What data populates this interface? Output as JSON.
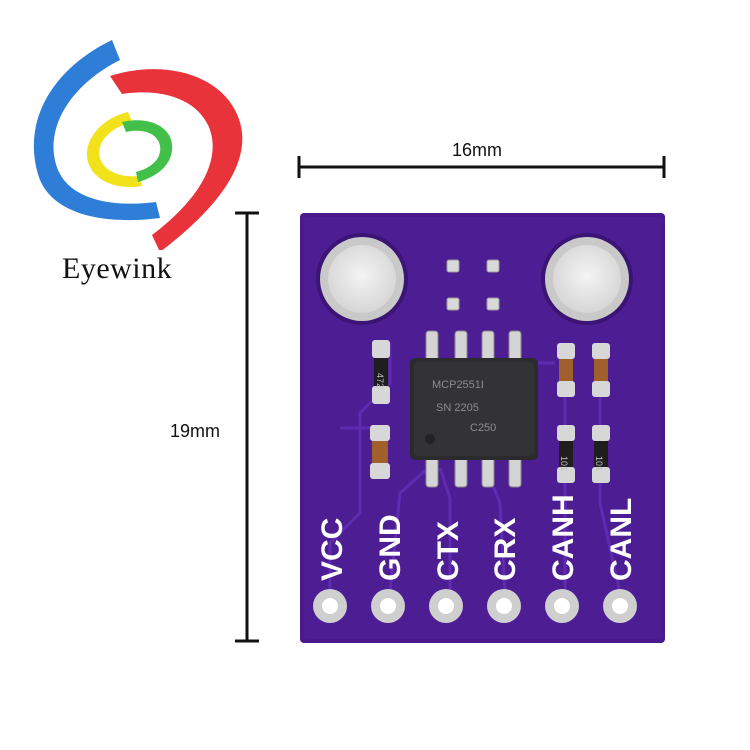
{
  "brand": {
    "name": "Eyewink",
    "logo_colors": {
      "blue": "#2E7DD7",
      "red": "#E8333A",
      "yellow": "#F2E21B",
      "green": "#43C04A"
    }
  },
  "dimensions": {
    "width": "16mm",
    "height": "19mm"
  },
  "board": {
    "color": "#4A1A8C",
    "chip_label_line1": "MCP2551I",
    "chip_label_line2": "SN 2205",
    "chip_label_line3": "C250",
    "resistor_label": "472",
    "resistor2_label": "101",
    "resistor3_label": "101",
    "pins": [
      "VCC",
      "GND",
      "CTX",
      "CRX",
      "CANH",
      "CANL"
    ]
  }
}
